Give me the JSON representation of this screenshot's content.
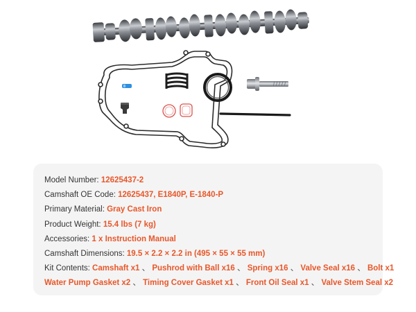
{
  "product_images": [
    {
      "icon": "camshaft-icon"
    },
    {
      "icon": "timing-cover-gasket-icon"
    },
    {
      "icon": "valve-spring-icon"
    },
    {
      "icon": "front-oil-seal-icon"
    },
    {
      "icon": "bolt-icon"
    },
    {
      "icon": "pushrod-icon"
    },
    {
      "icon": "valve-seal-icon"
    },
    {
      "icon": "valve-stem-seal-icon"
    },
    {
      "icon": "water-pump-gasket-icon"
    }
  ],
  "colors": {
    "accent": "#e8572a",
    "label": "#333333",
    "card_bg": "#f4f4f4",
    "background": "#ffffff"
  },
  "specs": {
    "model_number": {
      "label": "Model Number: ",
      "value": "12625437-2"
    },
    "oe_code": {
      "label": "Camshaft OE Code: ",
      "value": "12625437, E1840P, E-1840-P"
    },
    "material": {
      "label": "Primary Material: ",
      "value": "Gray Cast Iron"
    },
    "weight": {
      "label": "Product Weight: ",
      "value": "15.4 lbs (7 kg)"
    },
    "accessories": {
      "label": "Accessories: ",
      "value": "1 x Instruction Manual"
    },
    "dimensions": {
      "label": "Camshaft Dimensions: ",
      "value": "19.5 × 2.2 × 2.2 in (495 × 55 × 55 mm)"
    },
    "kit_contents": {
      "label": "Kit Contents: ",
      "separator": " 、 ",
      "line1": [
        "Camshaft x1",
        "Pushrod with Ball x16",
        "Spring x16",
        "Valve Seal x16",
        "Bolt x1"
      ],
      "line2": [
        "Water Pump Gasket x2",
        "Timing Cover Gasket x1",
        "Front Oil Seal x1",
        "Valve Stem Seal x2"
      ]
    }
  }
}
